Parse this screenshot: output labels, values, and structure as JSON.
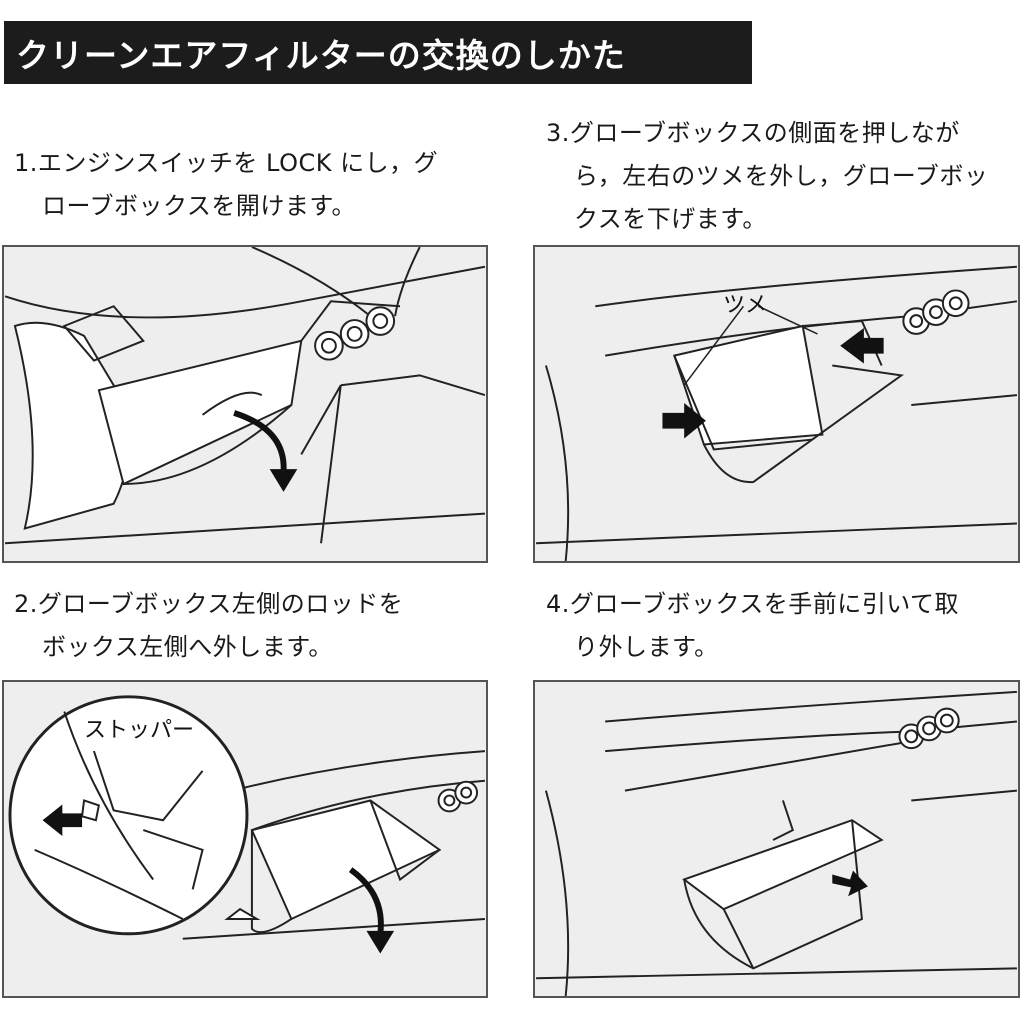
{
  "title": "クリーンエアフィルターの交換のしかた",
  "steps": [
    {
      "number": "1.",
      "lines": [
        "エンジンスイッチを LOCK にし，グ",
        "ローブボックスを開けます。"
      ]
    },
    {
      "number": "2.",
      "lines": [
        "グローブボックス左側のロッドを",
        "ボックス左側へ外します。"
      ],
      "callout": "ストッパー"
    },
    {
      "number": "3.",
      "lines": [
        "グローブボックスの側面を押しなが",
        "ら，左右のツメを外し，グローブボッ",
        "クスを下げます。"
      ],
      "callout": "ツメ"
    },
    {
      "number": "4.",
      "lines": [
        "グローブボックスを手前に引いて取",
        "り外します。"
      ]
    }
  ],
  "colors": {
    "title_bg": "#1c1c1c",
    "title_fg": "#ffffff",
    "panel_bg": "#eeeeee",
    "line": "#222222"
  }
}
